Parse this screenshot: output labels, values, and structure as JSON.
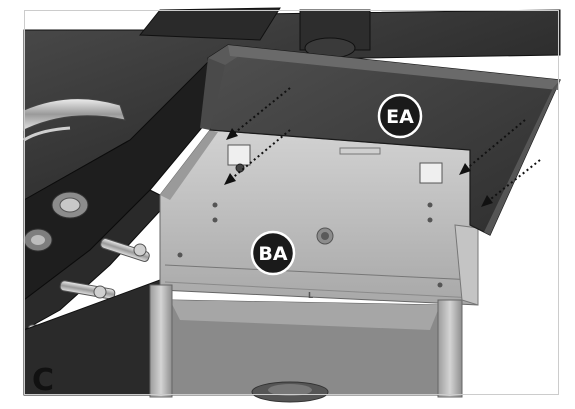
{
  "figure": {
    "step_label": "C",
    "callouts": {
      "side_shelf": "EA",
      "base": "BA"
    },
    "colors": {
      "frame": "#1a1a1a",
      "shelf_top": "#3b3b3b",
      "shelf_edge": "#5a5a5a",
      "bracket": "#b8b8b8",
      "leg": "#bdbdbd",
      "callout_fill": "#1a1a1a",
      "callout_text": "#ffffff",
      "arrow": "#111111"
    }
  }
}
